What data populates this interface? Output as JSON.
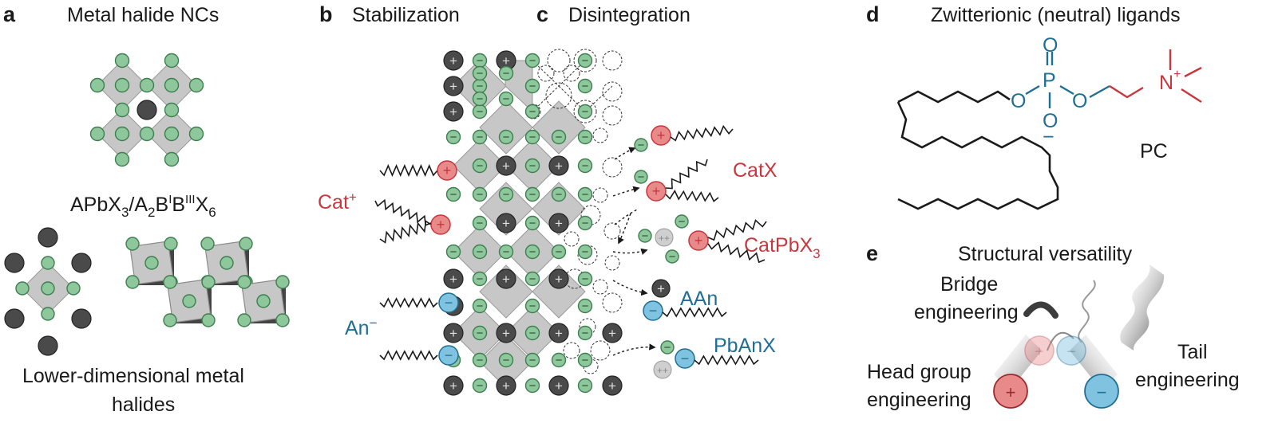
{
  "colors": {
    "halide_green": "#8ec79b",
    "halide_stroke": "#3d7f4f",
    "octahedron_gray": "#c7c7c7",
    "a_cation_dark": "#4a4a4a",
    "cation_red": "#e88a8a",
    "anion_blue": "#7fc3e0",
    "label_red": "#c8373d",
    "label_blue": "#1f6f95"
  },
  "panel_a": {
    "letter": "a",
    "title": "Metal halide NCs",
    "formula": {
      "p1": "APbX",
      "s1": "3",
      "p2": "/A",
      "s2": "2",
      "p3": "B",
      "sup1": "I",
      "p4": "B",
      "sup2": "III",
      "p5": "X",
      "s3": "6"
    },
    "lower_caption_line1": "Lower-dimensional metal",
    "lower_caption_line2": "halides"
  },
  "panel_b": {
    "letter": "b",
    "title": "Stabilization",
    "cation_label": "Cat",
    "cation_sup": "+",
    "anion_label": "An",
    "anion_sup": "−"
  },
  "panel_c": {
    "letter": "c",
    "title": "Disintegration",
    "products": {
      "catx": "CatX",
      "catpbx_main": "CatPbX",
      "catpbx_sub": "3",
      "aan": "AAn",
      "pbanx": "PbAnX"
    }
  },
  "panel_d": {
    "letter": "d",
    "title": "Zwitterionic (neutral) ligands",
    "molecule_name": "PC",
    "atoms": {
      "o1": "O",
      "o2": "O",
      "o3": "O",
      "o4": "O",
      "p": "P",
      "n": "N",
      "n_charge": "+",
      "o_charge": "−"
    }
  },
  "panel_e": {
    "letter": "e",
    "title": "Structural versatility",
    "bridge_1": "Bridge",
    "bridge_2": "engineering",
    "head_1": "Head group",
    "head_2": "engineering",
    "tail_1": "Tail",
    "tail_2": "engineering"
  },
  "icons": {
    "plus": "+",
    "minus": "−",
    "double_plus": "++"
  }
}
